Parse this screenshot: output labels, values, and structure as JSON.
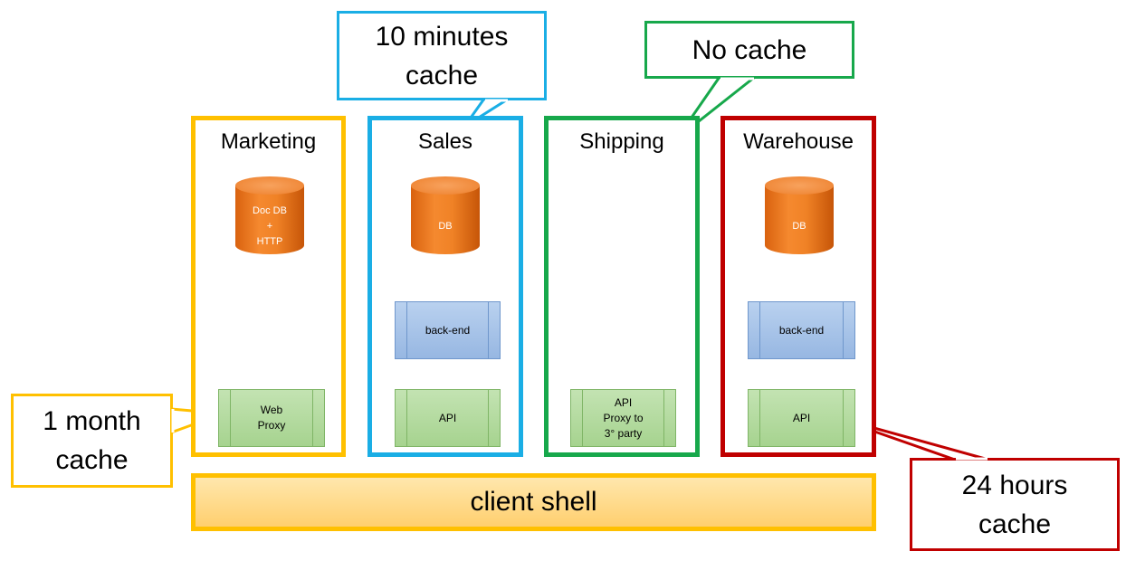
{
  "colors": {
    "marketing": "#ffc000",
    "sales": "#1aaee5",
    "shipping": "#17a84b",
    "warehouse": "#c00000",
    "database": "#f08226",
    "backend": "#9dbde6",
    "api": "#a9d18e",
    "client_shell": "#ffd57a"
  },
  "domains": {
    "marketing": {
      "title": "Marketing",
      "database": "Doc DB\n+\nHTTP",
      "api": "Web\nProxy"
    },
    "sales": {
      "title": "Sales",
      "database": "DB",
      "backend": "back-end",
      "api": "API"
    },
    "shipping": {
      "title": "Shipping",
      "api": "API\nProxy to\n3° party"
    },
    "warehouse": {
      "title": "Warehouse",
      "database": "DB",
      "backend": "back-end",
      "api": "API"
    }
  },
  "client_shell": "client shell",
  "callouts": {
    "marketing": "1 month\ncache",
    "sales": "10 minutes\ncache",
    "shipping": "No cache",
    "warehouse": "24 hours\ncache"
  },
  "icons": [
    "database-cylinder",
    "process-box"
  ]
}
